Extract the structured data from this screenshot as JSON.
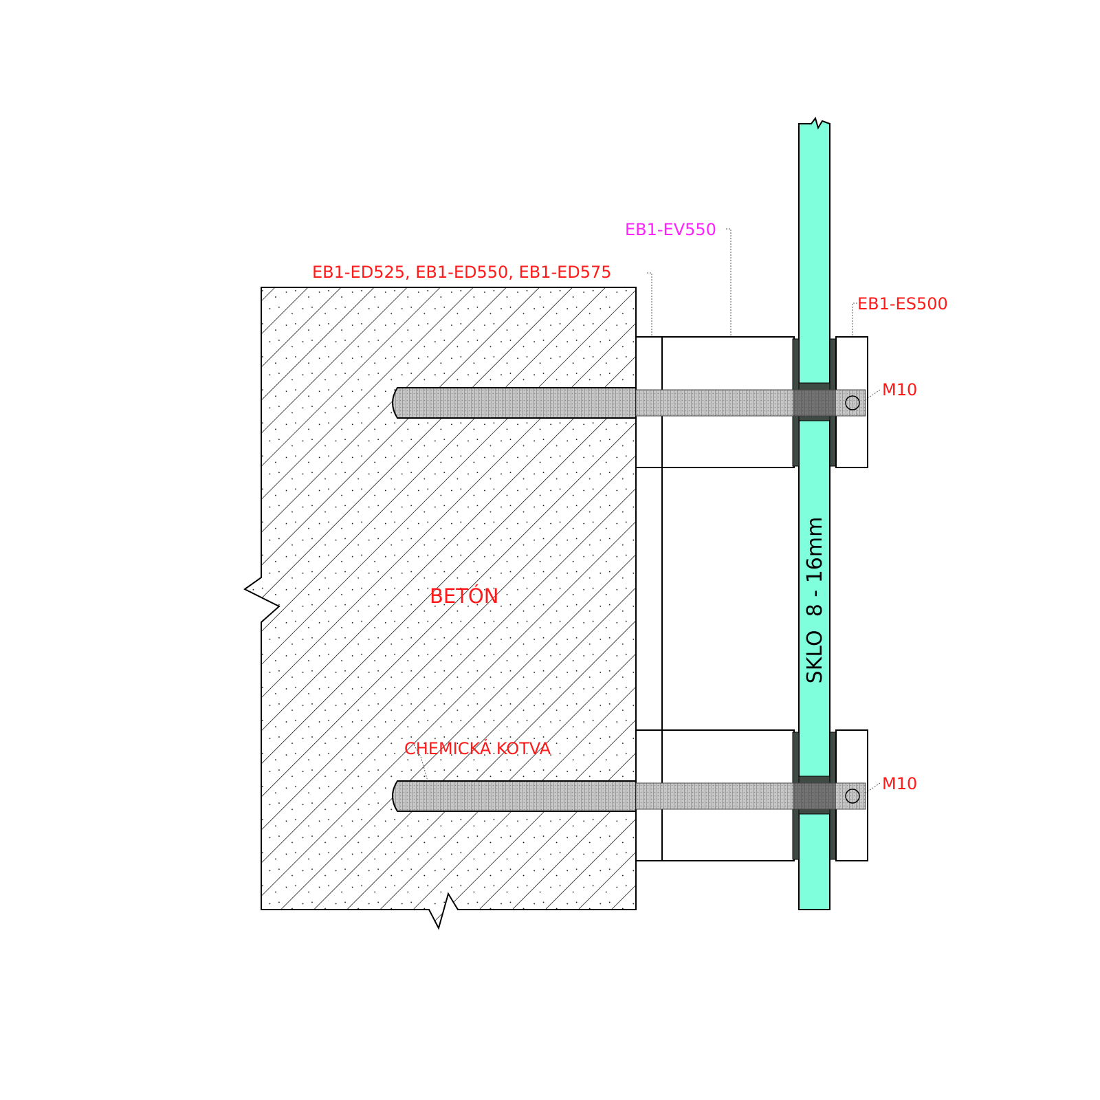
{
  "labels": {
    "spacer_label": "EB1-EV550",
    "distance_label": "EB1-ED525, EB1-ED550, EB1-ED575",
    "cap_label": "EB1-ES500",
    "bolt_top_label": "M10",
    "bolt_bottom_label": "M10",
    "concrete_label": "BETÓN",
    "anchor_label": "CHEMICKÁ KOTVA",
    "glass_label": "SKLO  8 - 16mm"
  },
  "colors": {
    "glass": "#80ffdd",
    "gasket": "#3f4a44",
    "label_red": "#ff1a1a",
    "label_magenta": "#ff22ff",
    "rod": "#b8b8b8"
  }
}
